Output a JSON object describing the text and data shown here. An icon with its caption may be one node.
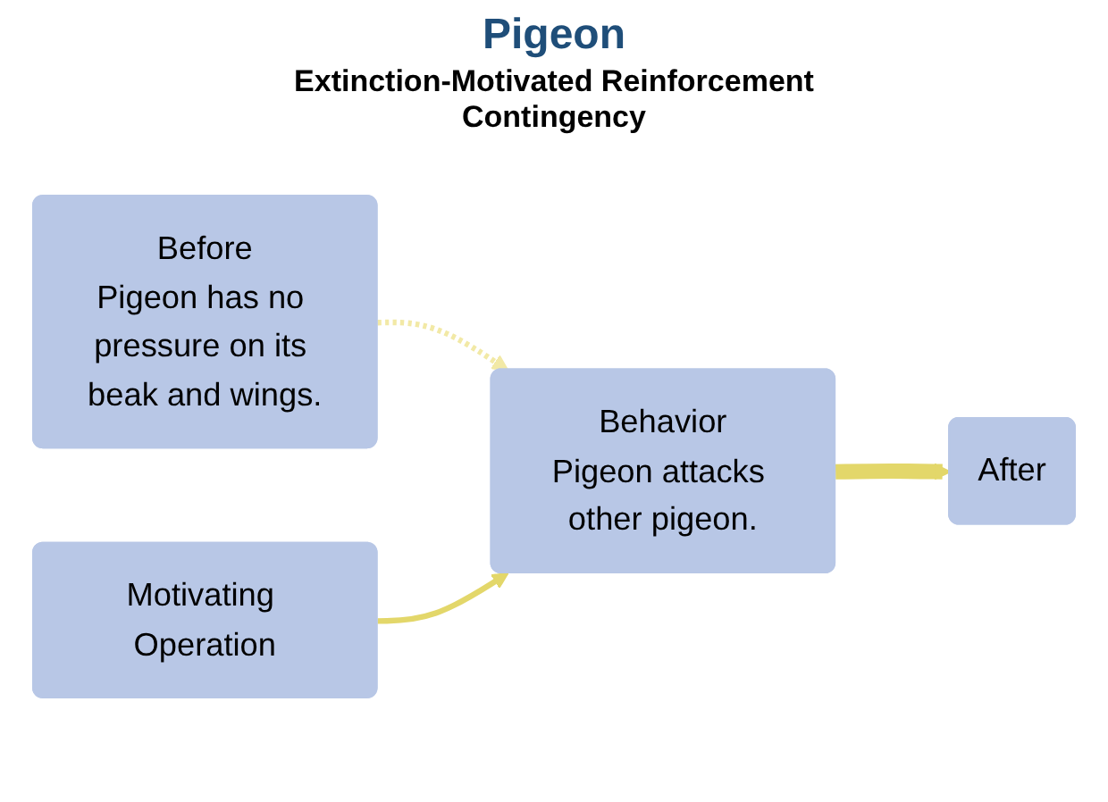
{
  "diagram": {
    "title": "Pigeon",
    "nodes": [
      {
        "text": [
          "Before",
          "Pigeon has no pressure on its beak and wings."
        ]
      },
      {
        "text": [
          "Behavior",
          "Pigeon attacks other pigeon."
        ]
      },
      {
        "text": [
          "After"
        ]
      },
      {
        "text": [
          "Motivating Operation"
        ]
      }
    ],
    "edges": [
      {
        "from": 0,
        "to": 1,
        "arrow": "to",
        "style": "dashed",
        "color": "#f2e9a6"
      },
      {
        "from": 1,
        "to": 2,
        "arrow": "to",
        "style": "thick"
      },
      {
        "from": 3,
        "to": 1,
        "arrow": "to"
      }
    ],
    "labels": [
      "Extinction-Motivated Reinforcement Contingency"
    ]
  }
}
